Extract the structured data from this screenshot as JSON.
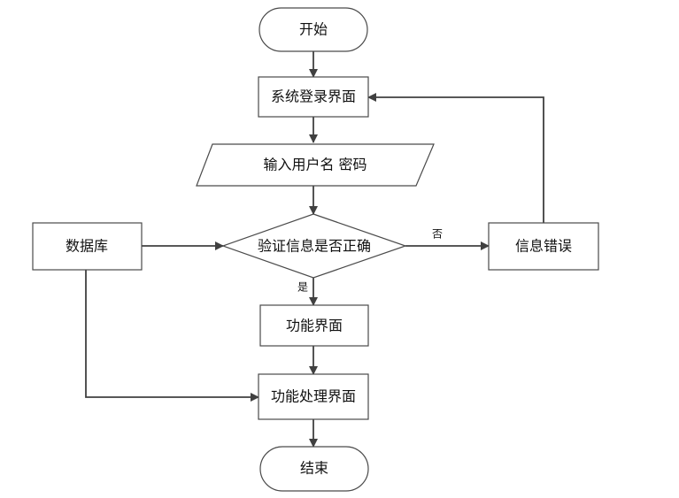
{
  "flowchart": {
    "nodes": {
      "start": "开始",
      "login": "系统登录界面",
      "input": "输入用户名 密码",
      "verify": "验证信息是否正确",
      "database": "数据库",
      "error": "信息错误",
      "function": "功能界面",
      "processing": "功能处理界面",
      "end": "结束"
    },
    "edges": {
      "no_label": "否",
      "yes_label": "是"
    }
  },
  "colors": {
    "stroke": "#4a4a4a",
    "arrow": "#404040",
    "fill": "#ffffff",
    "text": "#111111"
  }
}
